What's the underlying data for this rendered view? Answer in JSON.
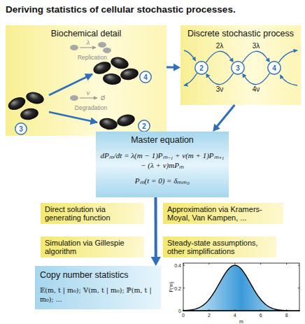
{
  "diagram": {
    "title": "Deriving statistics of cellular stochastic processes.",
    "nodes": [
      {
        "text": [
          "Biochemical detail"
        ]
      },
      {
        "text": [
          "4"
        ],
        "in": 0
      },
      {
        "text": [
          "3"
        ],
        "in": 0
      },
      {
        "text": [
          "2"
        ],
        "in": 0
      },
      {
        "text": [
          "Discrete stochastic process"
        ]
      },
      {
        "text": [
          "2"
        ],
        "in": 4
      },
      {
        "text": [
          "3"
        ],
        "in": 4
      },
      {
        "text": [
          "4"
        ],
        "in": 4
      },
      {
        "text": [
          "Master equation",
          "dPₘ/dt = λ(m − 1)Pₘ₋₁ + ν(m + 1)Pₘ₊₁ − (λ + ν)mPₘ",
          "Pₘ(t = 0) = δₘₘ₀"
        ]
      },
      {
        "text": [
          "Direct solution via generating function"
        ]
      },
      {
        "text": [
          "Approximation via Kramers-Moyal, Van Kampen, ..."
        ]
      },
      {
        "text": [
          "Simulation via Gillespie algorithm"
        ]
      },
      {
        "text": [
          "Steady-state assumptions, other simplifications"
        ]
      },
      {
        "text": [
          "Copy number statistics",
          "𝔼(m, t | m₀); 𝕍(m, t | m₀); ℙ(m, t | m₀); ..."
        ]
      }
    ],
    "edges": [
      {
        "from": 0,
        "to": 4,
        "arrow": "to"
      },
      {
        "from": 4,
        "to": 8,
        "arrow": "to"
      },
      {
        "from": 5,
        "to": 6,
        "label": "2λ",
        "arrow": "to"
      },
      {
        "from": 6,
        "to": 7,
        "label": "3λ",
        "arrow": "to"
      },
      {
        "from": 6,
        "to": 5,
        "label": "3ν",
        "arrow": "to"
      },
      {
        "from": 7,
        "to": 6,
        "label": "4ν",
        "arrow": "to"
      },
      {
        "from": 8,
        "to": 13,
        "arrow": "to"
      }
    ],
    "labels": [
      "λ",
      "Replication",
      "ν",
      "Ø",
      "Degradation",
      "P(m)",
      "m",
      "0",
      "0.2",
      "0.4",
      "0",
      "2",
      "4",
      "6",
      "8"
    ]
  }
}
